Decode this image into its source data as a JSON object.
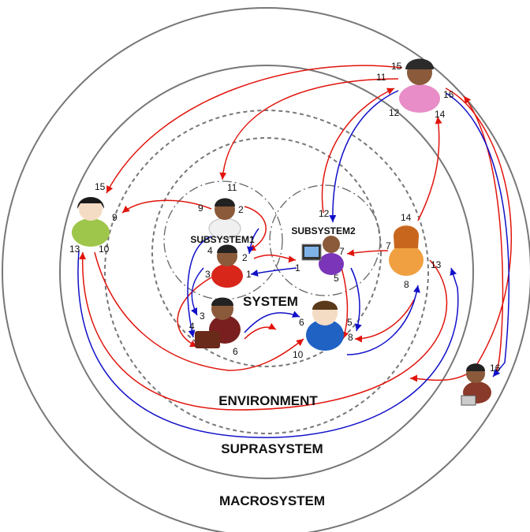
{
  "labels": {
    "macrosystem": "MACROSYSTEM",
    "suprasystem": "SUPRASYSTEM",
    "environment": "ENVIRONMENT",
    "system": "SYSTEM",
    "subsystem1": "SUBSYSTEM1",
    "subsystem2": "SUBSYSTEM2"
  },
  "numbers": {
    "n1": "1",
    "n2": "2",
    "n3": "3",
    "n4": "4",
    "n5": "5",
    "n6": "6",
    "n7": "7",
    "n8": "8",
    "n9": "9",
    "n10": "10",
    "n11": "11",
    "n12": "12",
    "n13": "13",
    "n14": "14",
    "n15": "15",
    "n16": "16"
  },
  "colors": {
    "red_arrow": "#e0140c",
    "blue_arrow": "#1010c8",
    "ring": "#777777"
  }
}
